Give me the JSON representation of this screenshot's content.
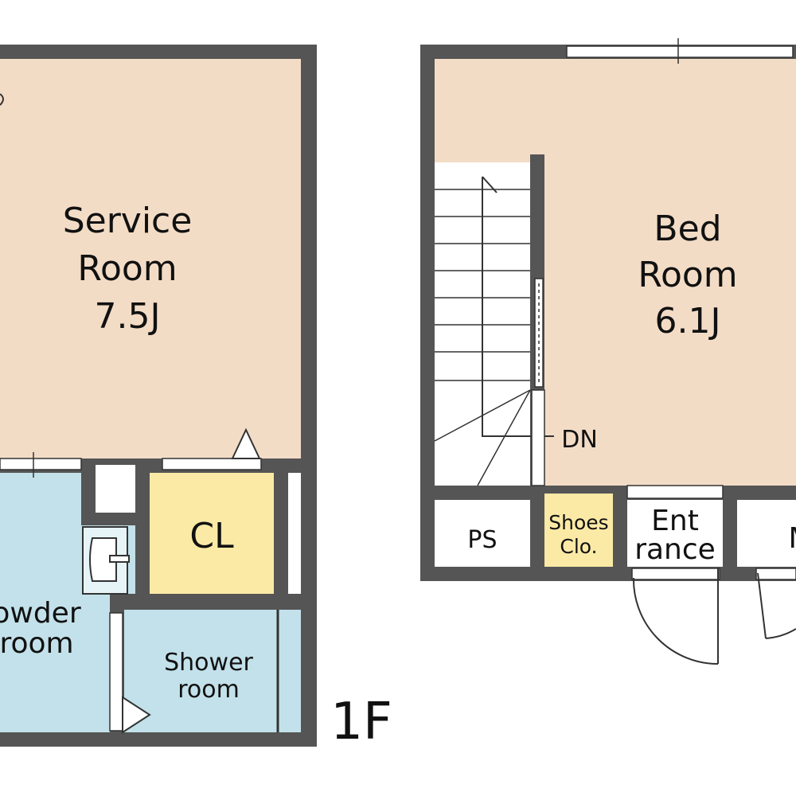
{
  "floor_plan": {
    "floor_label": "1F",
    "colors": {
      "wall": "#555555",
      "room": "#f3dcc6",
      "wet_area": "#c3e1ea",
      "closet": "#fbeaa6",
      "white": "#ffffff"
    },
    "rooms": {
      "service_room": {
        "line1": "Service",
        "line2": "Room",
        "size": "7.5J"
      },
      "bed_room": {
        "line1": "Bed",
        "line2": "Room",
        "size": "6.1J"
      },
      "closet": {
        "label": "CL"
      },
      "powder_room": {
        "line1": "owder",
        "line2": "room"
      },
      "shower_room": {
        "line1": "Shower",
        "line2": "room"
      },
      "pipe_space": {
        "label": "PS"
      },
      "shoes_closet": {
        "line1": "Shoes",
        "line2": "Clo."
      },
      "entrance": {
        "line1": "Ent",
        "line2": "rance"
      },
      "partial_room": {
        "label": "M"
      }
    },
    "stairs": {
      "direction_label": "DN"
    }
  }
}
